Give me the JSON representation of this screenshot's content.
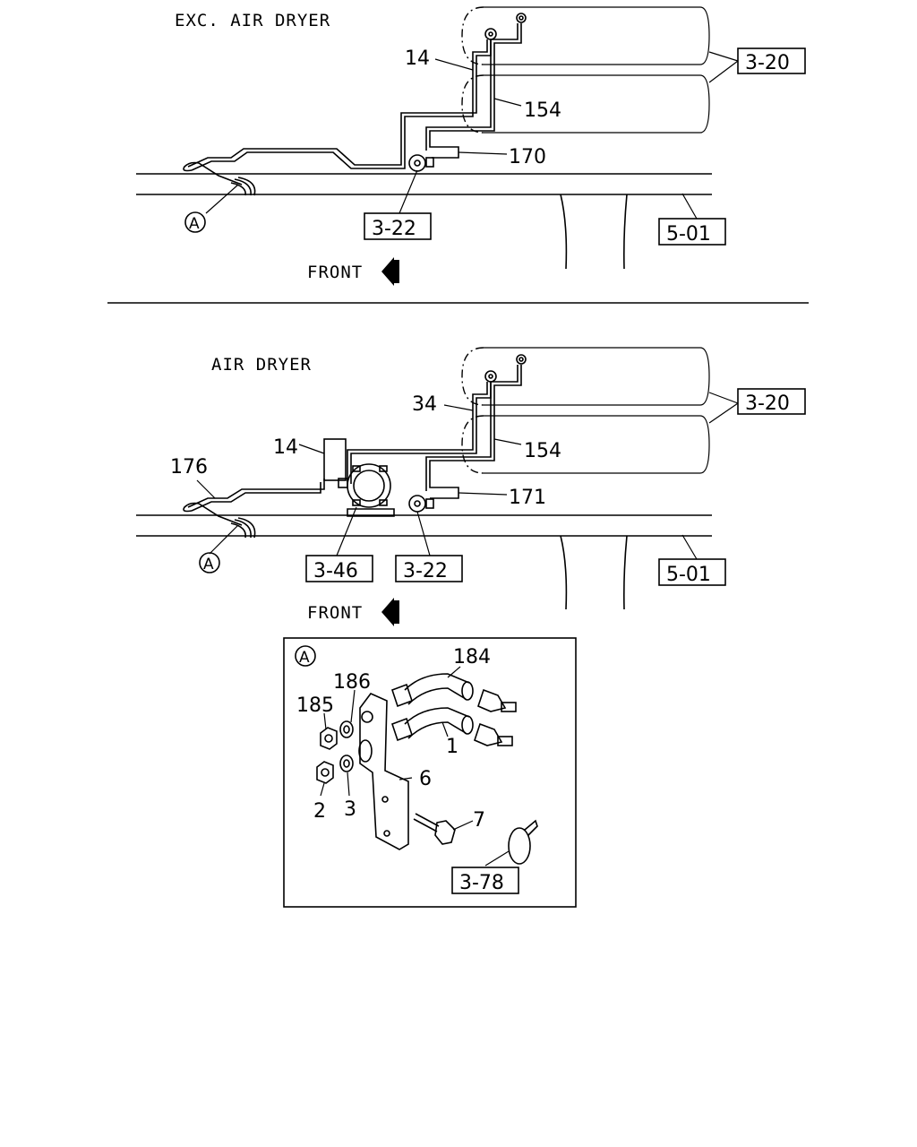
{
  "top_view": {
    "title": "EXC. AIR DRYER",
    "front_label": "FRONT",
    "callout_A": "A",
    "parts": {
      "p14": "14",
      "p154": "154",
      "p170": "170"
    },
    "refs": {
      "tank": "3-20",
      "valve": "3-22",
      "frame": "5-01"
    }
  },
  "bottom_view": {
    "title": "AIR DRYER",
    "front_label": "FRONT",
    "callout_A": "A",
    "parts": {
      "p34": "34",
      "p14": "14",
      "p154": "154",
      "p176": "176",
      "p171": "171"
    },
    "refs": {
      "tank": "3-20",
      "dryer": "3-46",
      "valve": "3-22",
      "frame": "5-01"
    }
  },
  "detail_A": {
    "callout_A": "A",
    "parts": {
      "p184": "184",
      "p186": "186",
      "p185": "185",
      "p1": "1",
      "p6": "6",
      "p2": "2",
      "p3": "3",
      "p7": "7"
    },
    "refs": {
      "clip": "3-78"
    }
  },
  "icons": [
    "front-arrow-icon",
    "callout-circle-icon"
  ]
}
